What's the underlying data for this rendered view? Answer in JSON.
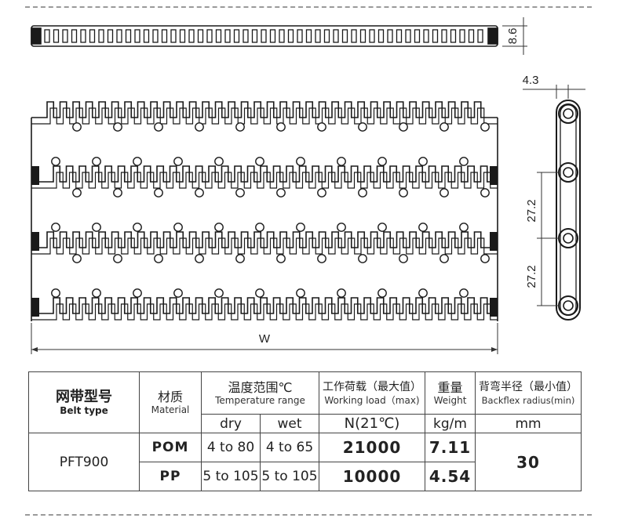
{
  "drawing": {
    "dim_thickness": "8.6",
    "dim_hinge": "4.3",
    "dim_pitch_1": "27.2",
    "dim_pitch_2": "27.2",
    "dim_width": "W"
  },
  "table": {
    "h_type_zh": "网带型号",
    "h_type_en": "Belt type",
    "h_material_zh": "材质",
    "h_material_en": "Material",
    "h_temp_zh": "温度范围℃",
    "h_temp_en": "Temperature range",
    "h_load_zh": "工作荷载（最大值）",
    "h_load_en": "Working load（max)",
    "h_weight_zh": "重量",
    "h_weight_en": "Weight",
    "h_radius_zh": "背弯半径（最小值）",
    "h_radius_en": "Backflex radius(min)",
    "u_dry": "dry",
    "u_wet": "wet",
    "u_load": "N(21℃)",
    "u_weight": "kg/m",
    "u_radius": "mm",
    "model": "PFT900",
    "radius_value": "30",
    "rows": [
      {
        "material": "POM",
        "dry": "4 to 80",
        "wet": "4 to 65",
        "load": "21000",
        "weight": "7.11"
      },
      {
        "material": "PP",
        "dry": "5 to 105",
        "wet": "5 to 105",
        "load": "10000",
        "weight": "4.54"
      }
    ]
  }
}
